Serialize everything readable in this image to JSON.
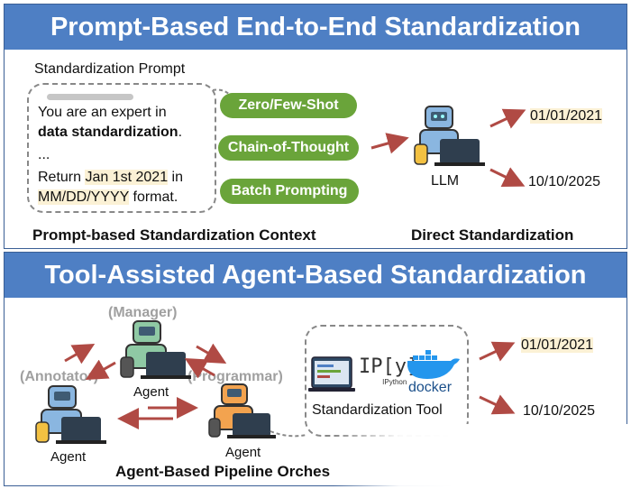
{
  "top": {
    "title": "Prompt-Based End-to-End Standardization",
    "prompt_label": "Standardization Prompt",
    "prompt_lines": {
      "l1": "You are an expert in",
      "l2_bold": "data standardization",
      "l2_end": ".",
      "l3": "...",
      "l4_a": "Return ",
      "l4_hl": "Jan 1st 2021",
      "l4_b": " in",
      "l5_hl": "MM/DD/YYYY",
      "l5_b": " format."
    },
    "methods": [
      "Zero/Few-Shot",
      "Chain-of-Thought",
      "Batch Prompting"
    ],
    "llm_label": "LLM",
    "outputs": [
      "01/01/2021",
      "10/10/2025"
    ],
    "caption_left": "Prompt-based Standardization Context",
    "caption_right": "Direct Standardization"
  },
  "bottom": {
    "title": "Tool-Assisted Agent-Based Standardization",
    "roles": {
      "manager": "(Manager)",
      "annotator": "(Annotator)",
      "programmer": "(Programmar)"
    },
    "agent_label": "Agent",
    "tool_label": "Standardization Tool",
    "tool_icons": {
      "ipython_main": "IP[y]:",
      "ipython_sub": "IPython",
      "docker": "docker"
    },
    "outputs": [
      "01/01/2021",
      "10/10/2025"
    ],
    "caption": "Agent-Based Pipeline Orches"
  },
  "colors": {
    "banner": "#4e7fc4",
    "pill": "#6aa43a",
    "arrow": "#b04a44",
    "highlight": "#fbf1d5",
    "robot_blue": "#8ab6e0",
    "robot_green": "#8fc9a4",
    "robot_orange": "#f3a34f"
  }
}
